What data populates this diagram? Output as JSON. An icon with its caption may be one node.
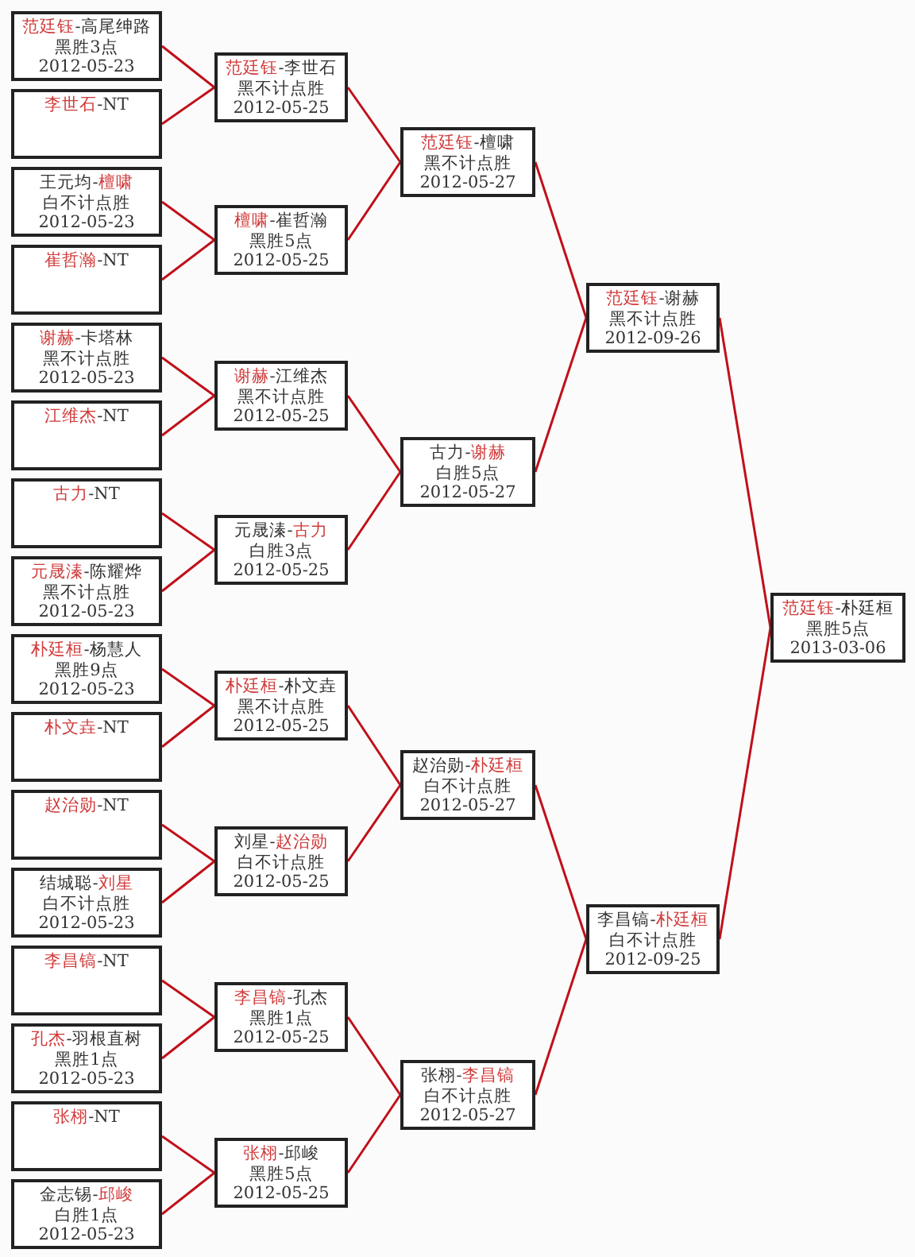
{
  "diagram": {
    "nodes": [
      {
        "text": [
          "*范廷钰*-高尾绅路",
          "黑胜3点",
          "2012-05-23"
        ]
      },
      {
        "text": [
          "*李世石*-NT"
        ]
      },
      {
        "text": [
          "王元均-*檀啸*",
          "白不计点胜",
          "2012-05-23"
        ]
      },
      {
        "text": [
          "*崔哲瀚*-NT"
        ]
      },
      {
        "text": [
          "*谢赫*-卡塔林",
          "黑不计点胜",
          "2012-05-23"
        ]
      },
      {
        "text": [
          "*江维杰*-NT"
        ]
      },
      {
        "text": [
          "*古力*-NT"
        ]
      },
      {
        "text": [
          "*元晟溱*-陈耀烨",
          "黑不计点胜",
          "2012-05-23"
        ]
      },
      {
        "text": [
          "*朴廷桓*-杨慧人",
          "黑胜9点",
          "2012-05-23"
        ]
      },
      {
        "text": [
          "*朴文垚*-NT"
        ]
      },
      {
        "text": [
          "*赵治勋*-NT"
        ]
      },
      {
        "text": [
          "结城聪-*刘星*",
          "白不计点胜",
          "2012-05-23"
        ]
      },
      {
        "text": [
          "*李昌镐*-NT"
        ]
      },
      {
        "text": [
          "*孔杰*-羽根直树",
          "黑胜1点",
          "2012-05-23"
        ]
      },
      {
        "text": [
          "*张栩*-NT"
        ]
      },
      {
        "text": [
          "金志锡-*邱峻*",
          "白胜1点",
          "2012-05-23"
        ]
      },
      {
        "text": [
          "*范廷钰*-李世石",
          "黑不计点胜",
          "2012-05-25"
        ]
      },
      {
        "text": [
          "*檀啸*-崔哲瀚",
          "黑胜5点",
          "2012-05-25"
        ]
      },
      {
        "text": [
          "*谢赫*-江维杰",
          "黑不计点胜",
          "2012-05-25"
        ]
      },
      {
        "text": [
          "元晟溱-*古力*",
          "白胜3点",
          "2012-05-25"
        ]
      },
      {
        "text": [
          "*朴廷桓*-朴文垚",
          "黑不计点胜",
          "2012-05-25"
        ]
      },
      {
        "text": [
          "刘星-*赵治勋*",
          "白不计点胜",
          "2012-05-25"
        ]
      },
      {
        "text": [
          "*李昌镐*-孔杰",
          "黑胜1点",
          "2012-05-25"
        ]
      },
      {
        "text": [
          "*张栩*-邱峻",
          "黑胜5点",
          "2012-05-25"
        ]
      },
      {
        "text": [
          "*范廷钰*-檀啸",
          "黑不计点胜",
          "2012-05-27"
        ]
      },
      {
        "text": [
          "古力-*谢赫*",
          "白胜5点",
          "2012-05-27"
        ]
      },
      {
        "text": [
          "赵治勋-*朴廷桓*",
          "白不计点胜",
          "2012-05-27"
        ]
      },
      {
        "text": [
          "张栩-*李昌镐*",
          "白不计点胜",
          "2012-05-27"
        ]
      },
      {
        "text": [
          "*范廷钰*-谢赫",
          "黑不计点胜",
          "2012-09-26"
        ]
      },
      {
        "text": [
          "李昌镐-*朴廷桓*",
          "白不计点胜",
          "2012-09-25"
        ]
      },
      {
        "text": [
          "*范廷钰*-朴廷桓",
          "黑胜5点",
          "2013-03-06"
        ]
      }
    ],
    "edges": [
      {
        "from": 0,
        "to": 16,
        "arrow": "none"
      },
      {
        "from": 1,
        "to": 16,
        "arrow": "none"
      },
      {
        "from": 2,
        "to": 17,
        "arrow": "none"
      },
      {
        "from": 3,
        "to": 17,
        "arrow": "none"
      },
      {
        "from": 4,
        "to": 18,
        "arrow": "none"
      },
      {
        "from": 5,
        "to": 18,
        "arrow": "none"
      },
      {
        "from": 6,
        "to": 19,
        "arrow": "none"
      },
      {
        "from": 7,
        "to": 19,
        "arrow": "none"
      },
      {
        "from": 8,
        "to": 20,
        "arrow": "none"
      },
      {
        "from": 9,
        "to": 20,
        "arrow": "none"
      },
      {
        "from": 10,
        "to": 21,
        "arrow": "none"
      },
      {
        "from": 11,
        "to": 21,
        "arrow": "none"
      },
      {
        "from": 12,
        "to": 22,
        "arrow": "none"
      },
      {
        "from": 13,
        "to": 22,
        "arrow": "none"
      },
      {
        "from": 14,
        "to": 23,
        "arrow": "none"
      },
      {
        "from": 15,
        "to": 23,
        "arrow": "none"
      },
      {
        "from": 16,
        "to": 24,
        "arrow": "none"
      },
      {
        "from": 17,
        "to": 24,
        "arrow": "none"
      },
      {
        "from": 18,
        "to": 25,
        "arrow": "none"
      },
      {
        "from": 19,
        "to": 25,
        "arrow": "none"
      },
      {
        "from": 20,
        "to": 26,
        "arrow": "none"
      },
      {
        "from": 21,
        "to": 26,
        "arrow": "none"
      },
      {
        "from": 22,
        "to": 27,
        "arrow": "none"
      },
      {
        "from": 23,
        "to": 27,
        "arrow": "none"
      },
      {
        "from": 24,
        "to": 28,
        "arrow": "none"
      },
      {
        "from": 25,
        "to": 28,
        "arrow": "none"
      },
      {
        "from": 26,
        "to": 29,
        "arrow": "none"
      },
      {
        "from": 27,
        "to": 29,
        "arrow": "none"
      },
      {
        "from": 28,
        "to": 30,
        "arrow": "none"
      },
      {
        "from": 29,
        "to": 30,
        "arrow": "none"
      }
    ]
  }
}
